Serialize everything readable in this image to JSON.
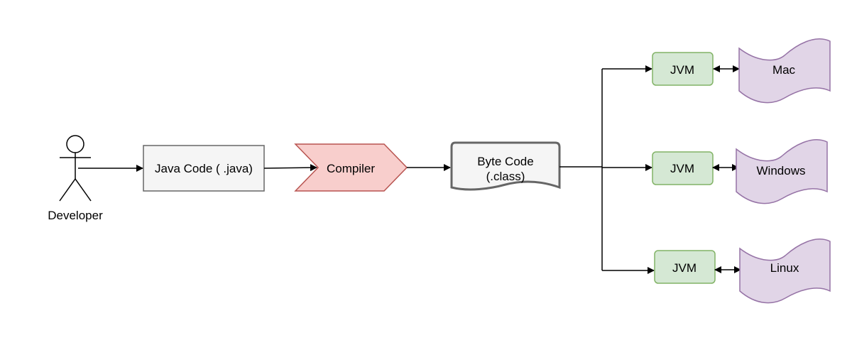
{
  "actor": {
    "label": "Developer"
  },
  "source": {
    "label": "Java Code ( .java)"
  },
  "compiler": {
    "label": "Compiler"
  },
  "bytecode": {
    "line1": "Byte Code",
    "line2": "(.class)"
  },
  "branches": [
    {
      "jvm": "JVM",
      "os": "Mac"
    },
    {
      "jvm": "JVM",
      "os": "Windows"
    },
    {
      "jvm": "JVM",
      "os": "Linux"
    }
  ],
  "colors": {
    "jvm_fill": "#d5e8d4",
    "jvm_stroke": "#82b366",
    "os_fill": "#e1d5e7",
    "os_stroke": "#9673a6",
    "compiler_fill": "#f8cecc",
    "compiler_stroke": "#b85450",
    "box_fill": "#f5f5f5",
    "box_stroke": "#666666"
  }
}
